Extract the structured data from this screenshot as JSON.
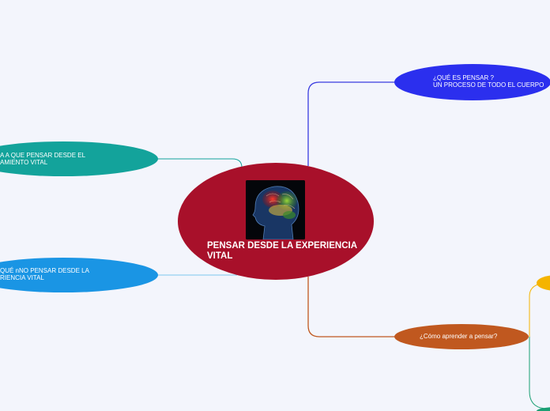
{
  "central": {
    "title": "PENSAR DESDE  LA EXPERIENCIA\nVITAL",
    "image": "brain-image",
    "color": "#a8102a"
  },
  "topics": [
    {
      "id": "que-es-pensar",
      "text": "¿QUÉ ES PENSAR ?\nUN PROCESO DE TODO EL CUERPO",
      "color": "#2b2fee",
      "line_color": "#3a3ce0"
    },
    {
      "id": "como-aprender",
      "text": "¿Cómo aprender a pensar?",
      "color": "#c0581f",
      "line_color": "#c0581f"
    },
    {
      "id": "pensar-desde",
      "text": "A A QUE PENSAR DESDE EL\nAMIENTO VITAL",
      "color": "#13a39b",
      "line_color": "#13a39b"
    },
    {
      "id": "no-pensar",
      "text": "QUÉ nNO PENSAR DESDE LA\nRIENCIA VITAL",
      "color": "#1a95e4",
      "line_color": "#7ec6ee"
    }
  ],
  "partial_nodes": [
    {
      "id": "yellow-node",
      "color": "#f5b400"
    },
    {
      "id": "teal-node",
      "color": "#1a9f74"
    }
  ]
}
